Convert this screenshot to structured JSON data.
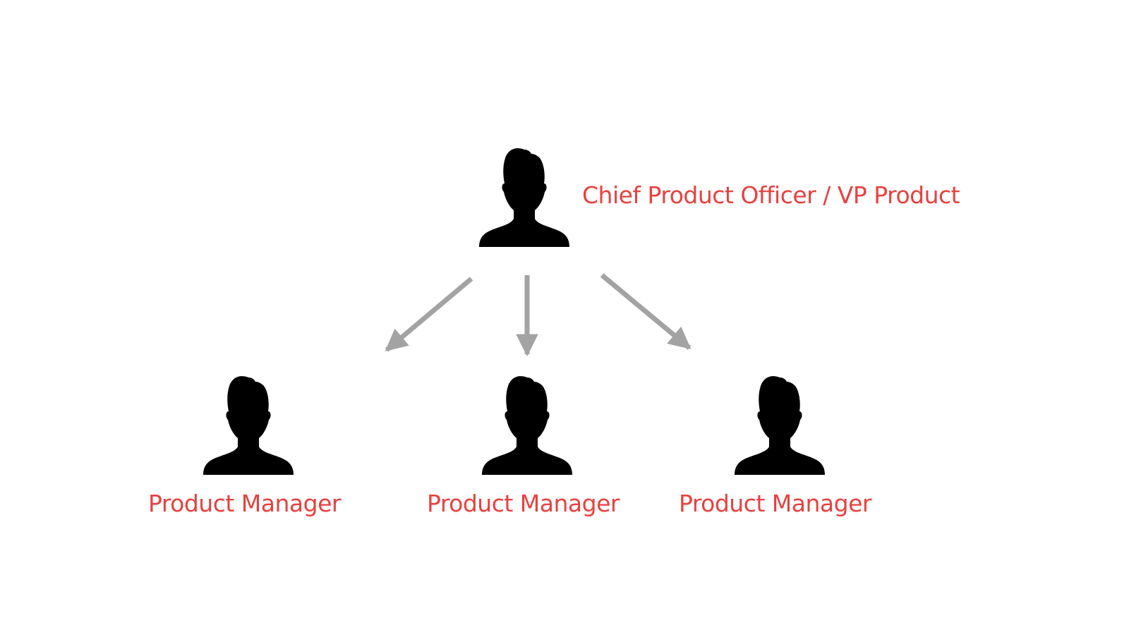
{
  "colors": {
    "label": "#e8413f",
    "figure": "#000000",
    "arrow": "#a3a3a3",
    "background": "#ffffff"
  },
  "nodes": {
    "top": {
      "label": "Chief Product Officer / VP Product",
      "icon": "person-silhouette-icon"
    },
    "left": {
      "label": "Product Manager",
      "icon": "person-silhouette-icon"
    },
    "middle": {
      "label": "Product Manager",
      "icon": "person-silhouette-icon"
    },
    "right": {
      "label": "Product Manager",
      "icon": "person-silhouette-icon"
    }
  }
}
